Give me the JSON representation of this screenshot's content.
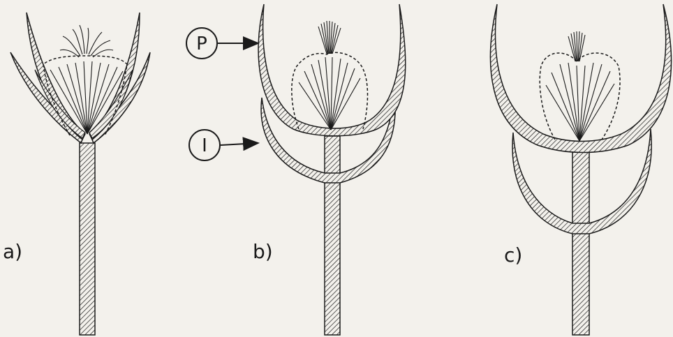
{
  "panels": [
    {
      "label": "a)"
    },
    {
      "label": "b)"
    },
    {
      "label": "c)"
    }
  ],
  "callouts": [
    {
      "label": "P"
    },
    {
      "label": "I"
    }
  ]
}
